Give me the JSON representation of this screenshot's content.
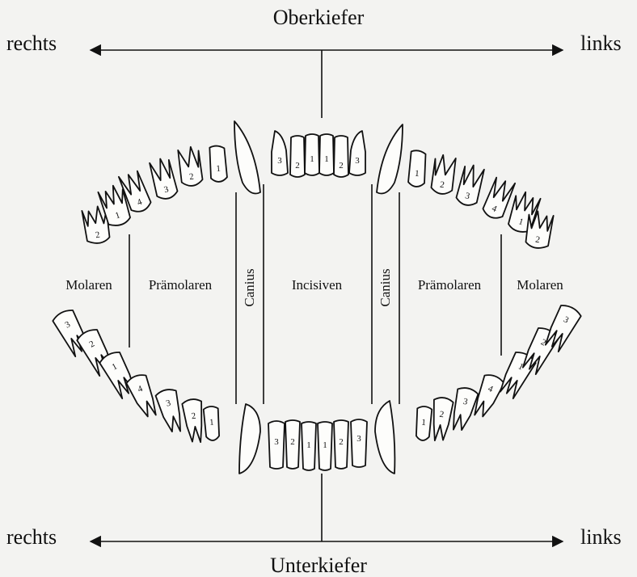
{
  "jaw_labels": {
    "upper": "Oberkiefer",
    "lower": "Unterkiefer",
    "right_top": "rechts",
    "left_top": "links",
    "right_bottom": "rechts",
    "left_bottom": "links"
  },
  "region_labels": {
    "molars_right": "Molaren",
    "premolars_right": "Prämolaren",
    "canine_right": "Canius",
    "incisors": "Incisiven",
    "canine_left": "Canius",
    "premolars_left": "Prämolaren",
    "molars_left": "Molaren"
  },
  "upper_teeth": {
    "right_molars": [
      "2",
      "1"
    ],
    "right_premolars": [
      "4",
      "3",
      "2",
      "1"
    ],
    "incisors": [
      "3",
      "2",
      "1",
      "1",
      "2",
      "3"
    ],
    "left_premolars": [
      "1",
      "2",
      "3",
      "4"
    ],
    "left_molars": [
      "1",
      "2"
    ]
  },
  "lower_teeth": {
    "right_molars": [
      "3",
      "2",
      "1"
    ],
    "right_premolars": [
      "4",
      "3",
      "2",
      "1"
    ],
    "incisors": [
      "3",
      "2",
      "1",
      "1",
      "2",
      "3"
    ],
    "left_premolars": [
      "1",
      "2",
      "3",
      "4"
    ],
    "left_molars": [
      "1",
      "2",
      "3"
    ]
  }
}
